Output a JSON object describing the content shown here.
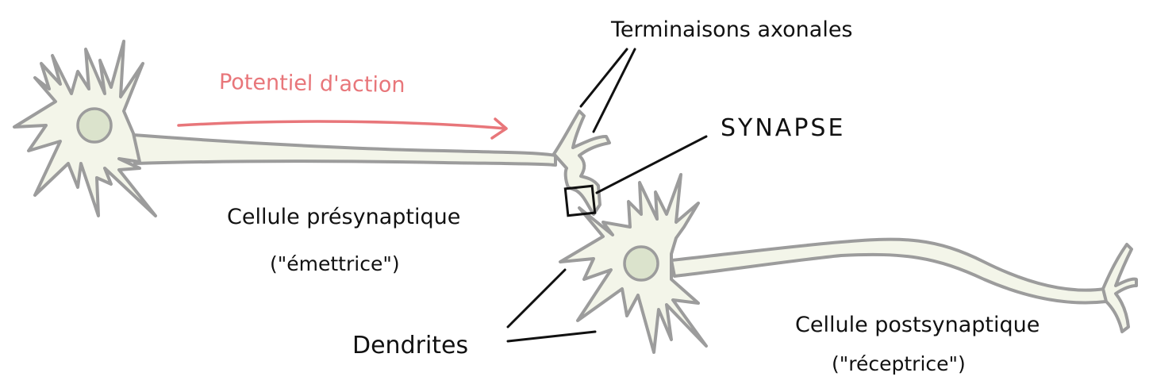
{
  "labels": {
    "potential": "Potentiel d'action",
    "terminals": "Terminaisons axonales",
    "synapse": "SYNAPSE",
    "presynaptic": "Cellule présynaptique",
    "presynaptic_role": "(\"émettrice\")",
    "dendrites": "Dendrites",
    "postsynaptic": "Cellule postsynaptique",
    "postsynaptic_role": "(\"réceptrice\")"
  },
  "colors": {
    "action_potential": "#e8767a",
    "cell_fill": "#f3f5e9",
    "cell_outline": "#9c9c9c",
    "nucleus_fill": "#dbe3cc",
    "ink": "#111111"
  },
  "icons": {
    "synapse_marker": "square-outline",
    "action_arrow": "arrow-right"
  }
}
